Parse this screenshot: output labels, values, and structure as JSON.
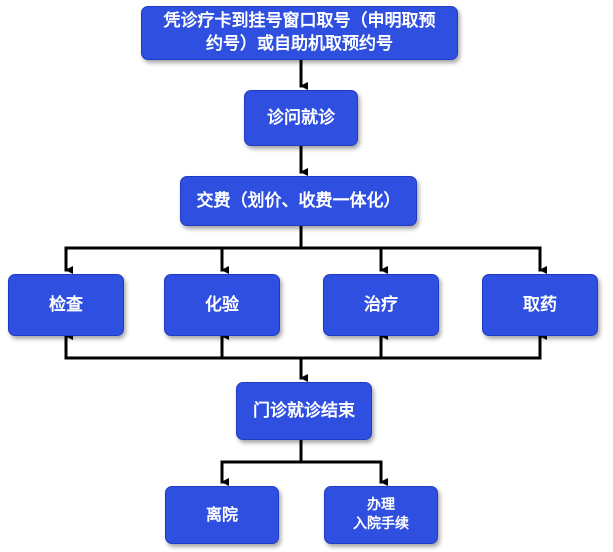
{
  "steps": {
    "registration": {
      "line1": "凭诊疗卡到挂号窗口取号（申明取预",
      "line2": "约号）或自助机取预约号"
    },
    "consultation": "诊问就诊",
    "payment": "交费（划价、收费一体化）",
    "services": {
      "exam": "检查",
      "lab": "化验",
      "treatment": "治疗",
      "pharmacy": "取药"
    },
    "end": "门诊就诊结束",
    "outcomes": {
      "leave": "离院",
      "admit_line1": "办理",
      "admit_line2": "入院手续"
    }
  },
  "colors": {
    "box_fill": "#2f4fe0",
    "box_text": "#ffffff",
    "connector": "#000000"
  }
}
